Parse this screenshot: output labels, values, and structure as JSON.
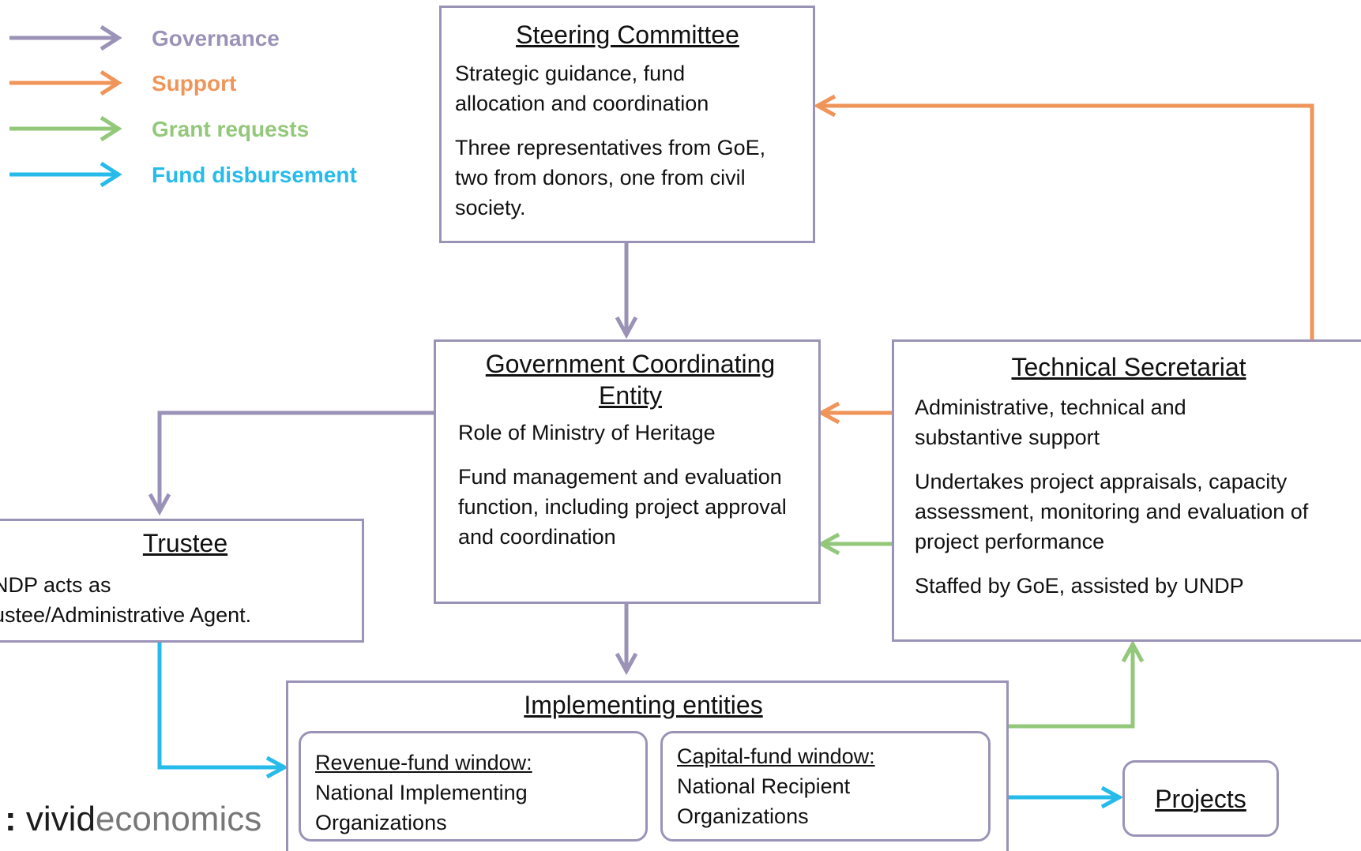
{
  "legend": {
    "items": [
      {
        "label": "Governance",
        "color": "#9b93b7"
      },
      {
        "label": "Support",
        "color": "#f0955a"
      },
      {
        "label": "Grant requests",
        "color": "#93c87a"
      },
      {
        "label": "Fund disbursement",
        "color": "#27bbea"
      }
    ]
  },
  "steering": {
    "title": "Steering Committee",
    "line1": "Strategic guidance, fund allocation and coordination",
    "line2": "Three representatives from GoE, two from donors, one from civil society."
  },
  "gce": {
    "title": "Government Coordinating Entity",
    "line1": "Role of Ministry of Heritage",
    "line2": "Fund management and evaluation function, including project approval and coordination"
  },
  "secretariat": {
    "title": "Technical Secretariat",
    "line1": "Administrative, technical and substantive support",
    "line2": "Undertakes project appraisals, capacity assessment, monitoring and evaluation of project performance",
    "line3": "Staffed by GoE, assisted by UNDP"
  },
  "trustee": {
    "title": "Trustee",
    "line1": "NDP acts as",
    "line2": "ustee/Administrative Agent."
  },
  "implementing": {
    "title": "Implementing entities",
    "revenue": {
      "title": "Revenue-fund window:",
      "text": "National Implementing Organizations"
    },
    "capital": {
      "title": "Capital-fund window:",
      "text": "National Recipient Organizations"
    }
  },
  "projects": {
    "title": "Projects"
  },
  "logo": {
    "prefix": ":",
    "vivid": "vivid",
    "economics": "economics"
  }
}
